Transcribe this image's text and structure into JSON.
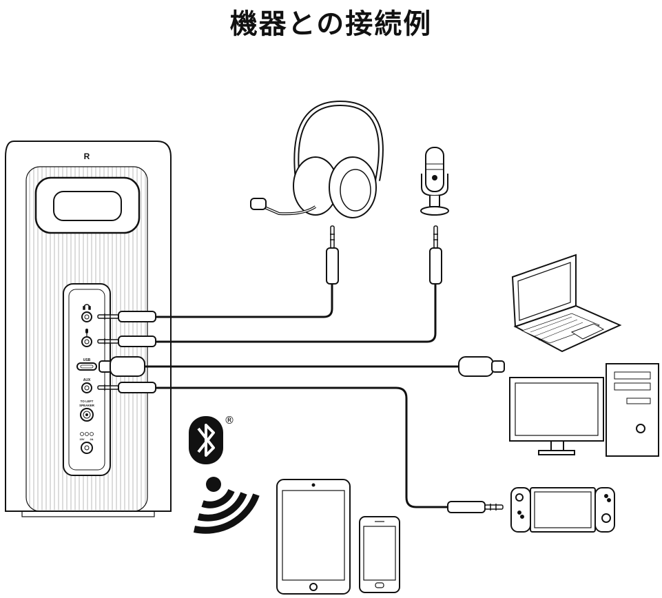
{
  "title": "機器との接続例",
  "speaker": {
    "side_label": "R",
    "ports": {
      "usb": "USB",
      "aux": "AUX",
      "left_line1": "TO LEFT",
      "left_line2": "SPEAKER",
      "dc_left": "15V",
      "dc_right": "2A"
    }
  },
  "bluetooth": {
    "registered": "®"
  },
  "icons": {
    "speaker": "speaker-icon",
    "headphone_port": "headphone-icon",
    "mic_port": "microphone-icon",
    "headset": "headset-icon",
    "microphone": "usb-microphone-icon",
    "laptop": "laptop-icon",
    "desktop": "desktop-pc-icon",
    "console": "game-console-icon",
    "tablet": "tablet-icon",
    "phone": "smartphone-icon",
    "bluetooth": "bluetooth-icon",
    "wireless": "wireless-icon"
  },
  "colors": {
    "line": "#111111",
    "background": "#ffffff"
  }
}
